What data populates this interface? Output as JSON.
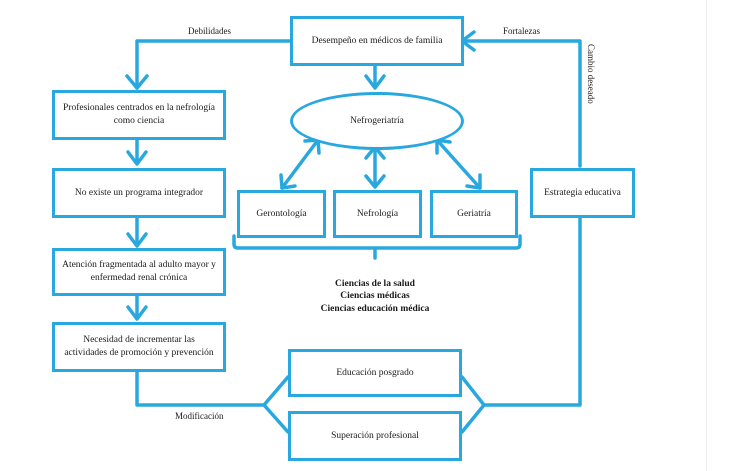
{
  "colors": {
    "accent": "#29a8e0",
    "text": "#1a1a1a",
    "background": "#ffffff"
  },
  "top_box": "Desempeño en médicos de familia",
  "edge_labels": {
    "weaknesses": "Debilidades",
    "strengths": "Fortalezas",
    "desired_change": "Cambio deseado",
    "modification": "Modificación"
  },
  "left_chain": [
    "Profesionales centrados en la nefrología como ciencia",
    "No existe un programa integrador",
    "Atención fragmentada al adulto mayor y enfermedad renal crónica",
    "Necesidad de incrementar las actividades de promoción y prevención"
  ],
  "center": {
    "ellipse": "Nefrogeriatría",
    "disciplines": [
      "Gerontología",
      "Nefrología",
      "Geriatría"
    ],
    "sciences": [
      "Ciencias de la salud",
      "Ciencias médicas",
      "Ciencias educación médica"
    ]
  },
  "bottom": {
    "options": [
      "Educación posgrado",
      "Superación profesional"
    ]
  },
  "strategy_box": "Estrategia educativa"
}
